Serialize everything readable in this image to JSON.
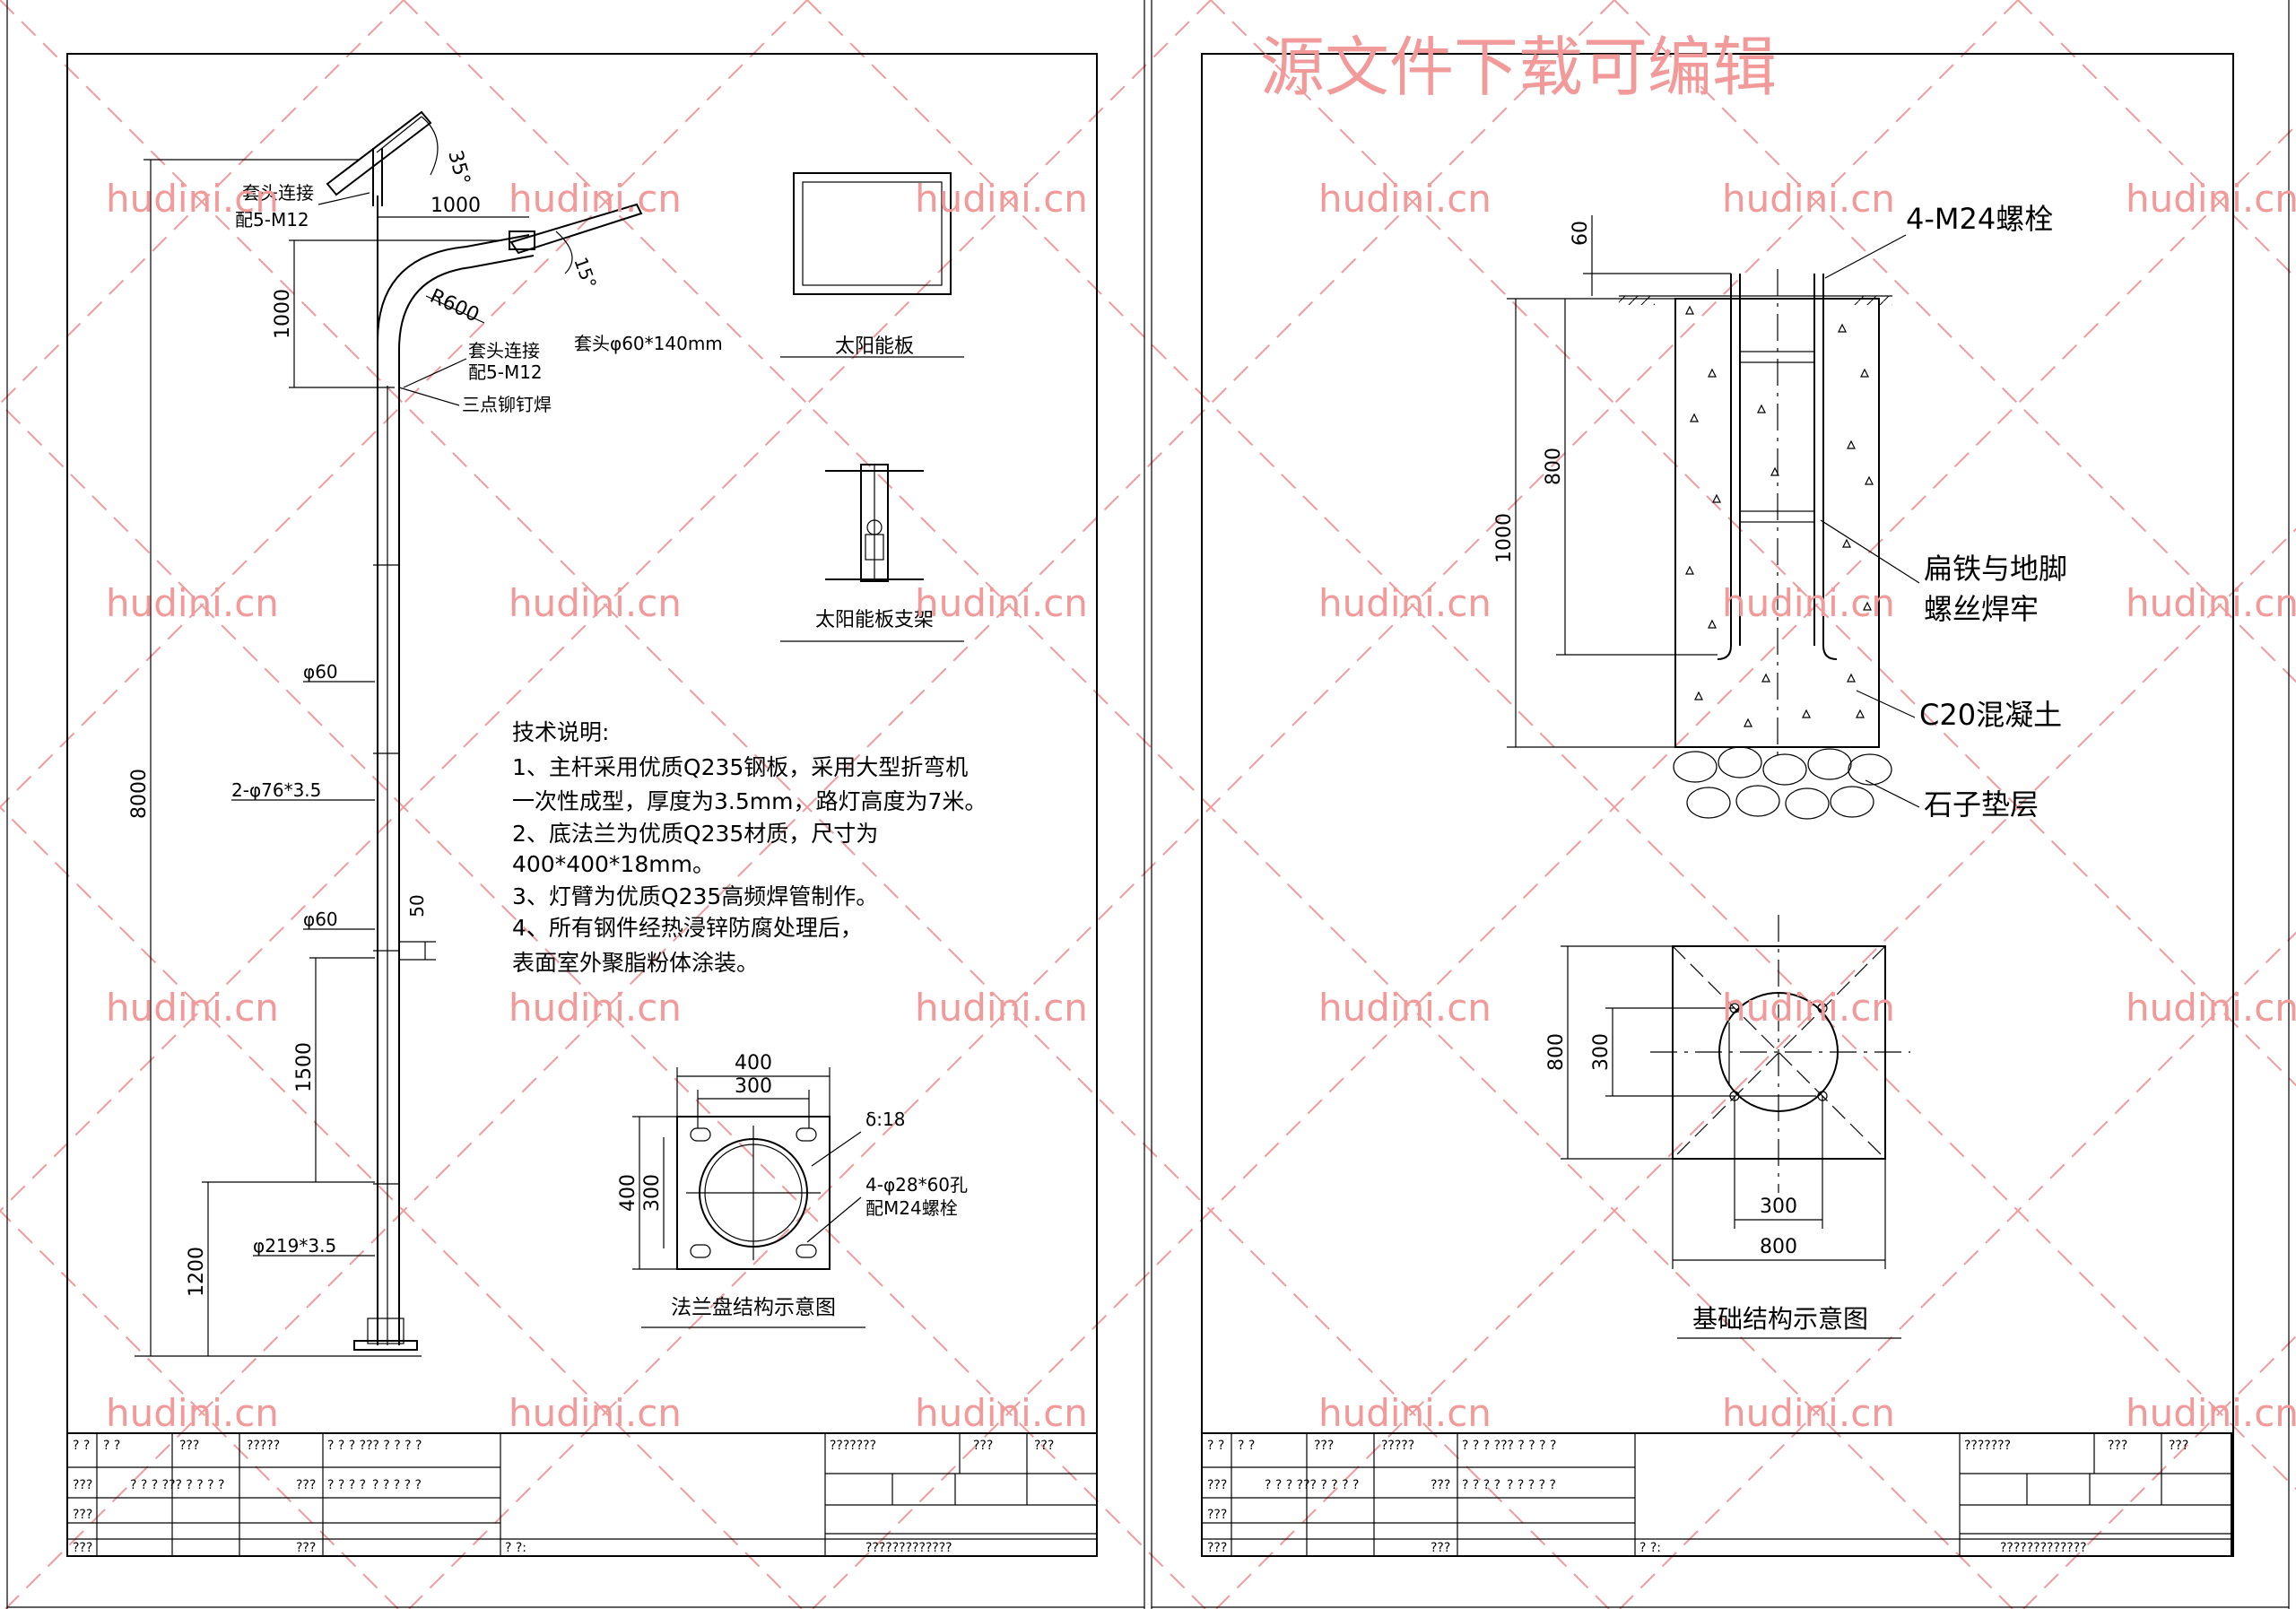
{
  "watermark": {
    "site": "hudini.cn",
    "banner": "源文件下载可编辑",
    "color": "#f29a9a"
  },
  "left_sheet": {
    "pole": {
      "arm_angle": "35°",
      "lamp_angle": "15°",
      "arm_reach": "1000",
      "arm_rise": "1000",
      "bend_radius": "R600",
      "sleeve_top_1": "套头连接",
      "sleeve_top_2": "配5-M12",
      "sleeve_mid_1": "套头连接",
      "sleeve_mid_2": "配5-M12",
      "sleeve_size": "套头φ60*140mm",
      "rivet_weld": "三点铆钉焊",
      "dia_upper": "φ60",
      "dia_tube": "2-φ76*3.5",
      "dia_lower": "φ60",
      "gap_50": "50",
      "total_height": "8000",
      "seg_1500": "1500",
      "seg_1200": "1200",
      "base_pipe": "φ219*3.5"
    },
    "solar_panel_label": "太阳能板",
    "panel_bracket_label": "太阳能板支架",
    "notes": {
      "heading": "技术说明:",
      "lines": [
        "1、主杆采用优质Q235钢板，采用大型折弯机",
        "一次性成型，厚度为3.5mm，路灯高度为7米。",
        "2、底法兰为优质Q235材质，尺寸为",
        "400*400*18mm。",
        "3、灯臂为优质Q235高频焊管制作。",
        "4、所有钢件经热浸锌防腐处理后，",
        "表面室外聚脂粉体涂装。"
      ]
    },
    "flange": {
      "outer": "400",
      "inner": "300",
      "side_outer": "400",
      "side_inner": "300",
      "thickness": "δ:18",
      "holes_1": "4-φ28*60孔",
      "holes_2": "配M24螺栓",
      "title": "法兰盘结构示意图"
    }
  },
  "right_sheet": {
    "bolt": "4-M24螺栓",
    "dim_60": "60",
    "dim_800": "800",
    "dim_1000": "1000",
    "weld_1": "扁铁与地脚",
    "weld_2": "螺丝焊牢",
    "concrete": "C20混凝土",
    "gravel": "石子垫层",
    "plan_800_v": "800",
    "plan_300_v": "300",
    "plan_300_h": "300",
    "plan_800_h": "800",
    "title": "基础结构示意图"
  },
  "title_block": {
    "r1": [
      "? ?",
      "? ?",
      "???",
      "?????",
      "? ? ? ??? ? ? ? ?",
      "???????",
      "???",
      "???"
    ],
    "r2": [
      "???",
      "? ? ? ??? ? ? ? ?",
      "???",
      "? ? ? ?"
    ],
    "r2_green": "? ? ? ? ?",
    "r3": [
      "???"
    ],
    "r4": [
      "???",
      "???",
      "? ?:",
      "?????????????"
    ]
  }
}
